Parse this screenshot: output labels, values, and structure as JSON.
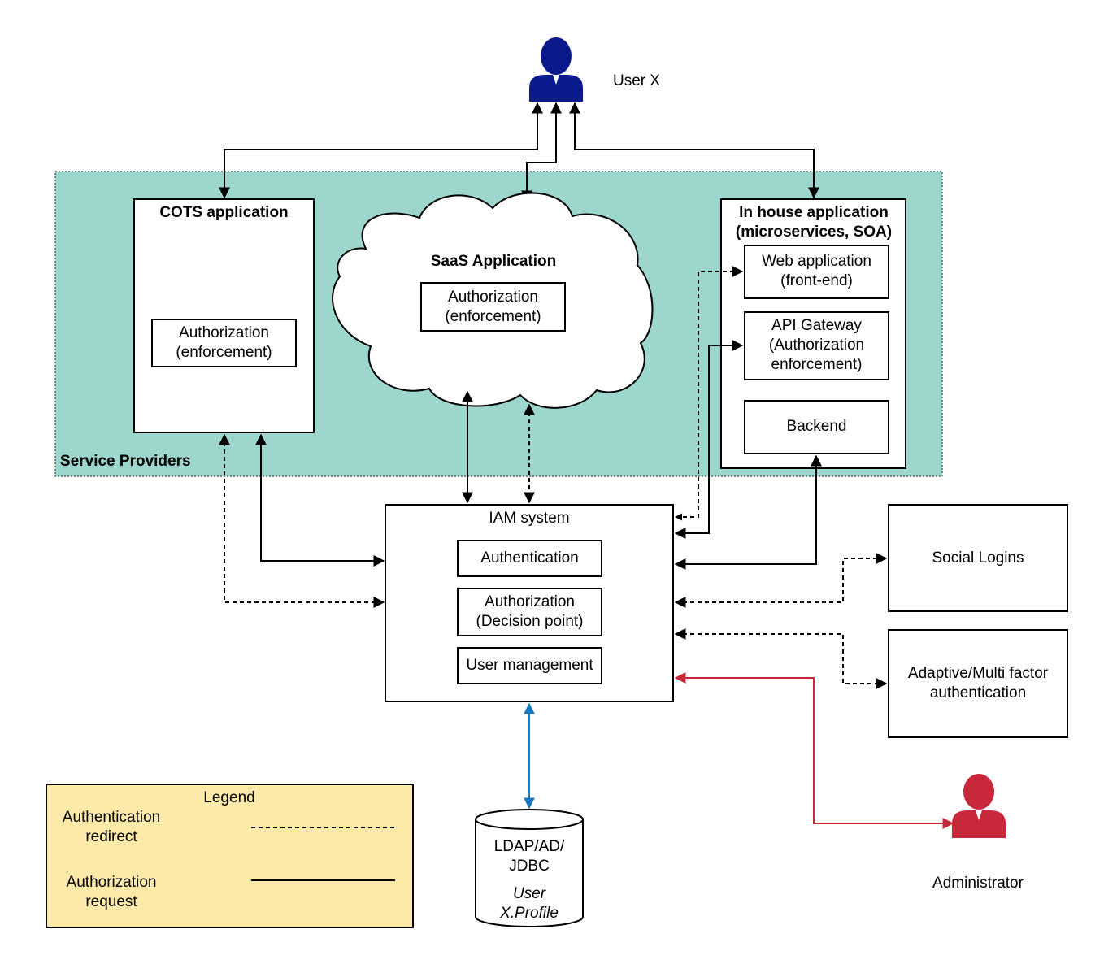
{
  "users": {
    "user_x": "User X",
    "administrator": "Administrator"
  },
  "service_providers": {
    "label": "Service Providers",
    "cots": {
      "title": "COTS application",
      "authz_line1": "Authorization",
      "authz_line2": "(enforcement)"
    },
    "saas": {
      "title": "SaaS Application",
      "authz_line1": "Authorization",
      "authz_line2": "(enforcement)"
    },
    "inhouse": {
      "title_line1": "In house application",
      "title_line2": "(microservices, SOA)",
      "web_line1": "Web application",
      "web_line2": "(front-end)",
      "api_line1": "API Gateway",
      "api_line2": "(Authorization",
      "api_line3": "enforcement)",
      "backend": "Backend"
    }
  },
  "iam": {
    "title": "IAM system",
    "authentication": "Authentication",
    "authz_line1": "Authorization",
    "authz_line2": "(Decision point)",
    "user_mgmt": "User management"
  },
  "external": {
    "social_logins": "Social Logins",
    "mfa_line1": "Adaptive/Multi factor",
    "mfa_line2": "authentication"
  },
  "datastore": {
    "line1": "LDAP/AD/",
    "line2": "JDBC",
    "line3": "User",
    "line4": "X.Profile"
  },
  "legend": {
    "title": "Legend",
    "authn_line1": "Authentication",
    "authn_line2": "redirect",
    "authz_line1": "Authorization",
    "authz_line2": "request"
  },
  "colors": {
    "service_providers_bg": "#9dd6cc",
    "user_icon": "#0a1a8c",
    "admin": "#c8283a",
    "datastore_link": "#1a7abf",
    "legend_bg": "#fde9a8"
  }
}
